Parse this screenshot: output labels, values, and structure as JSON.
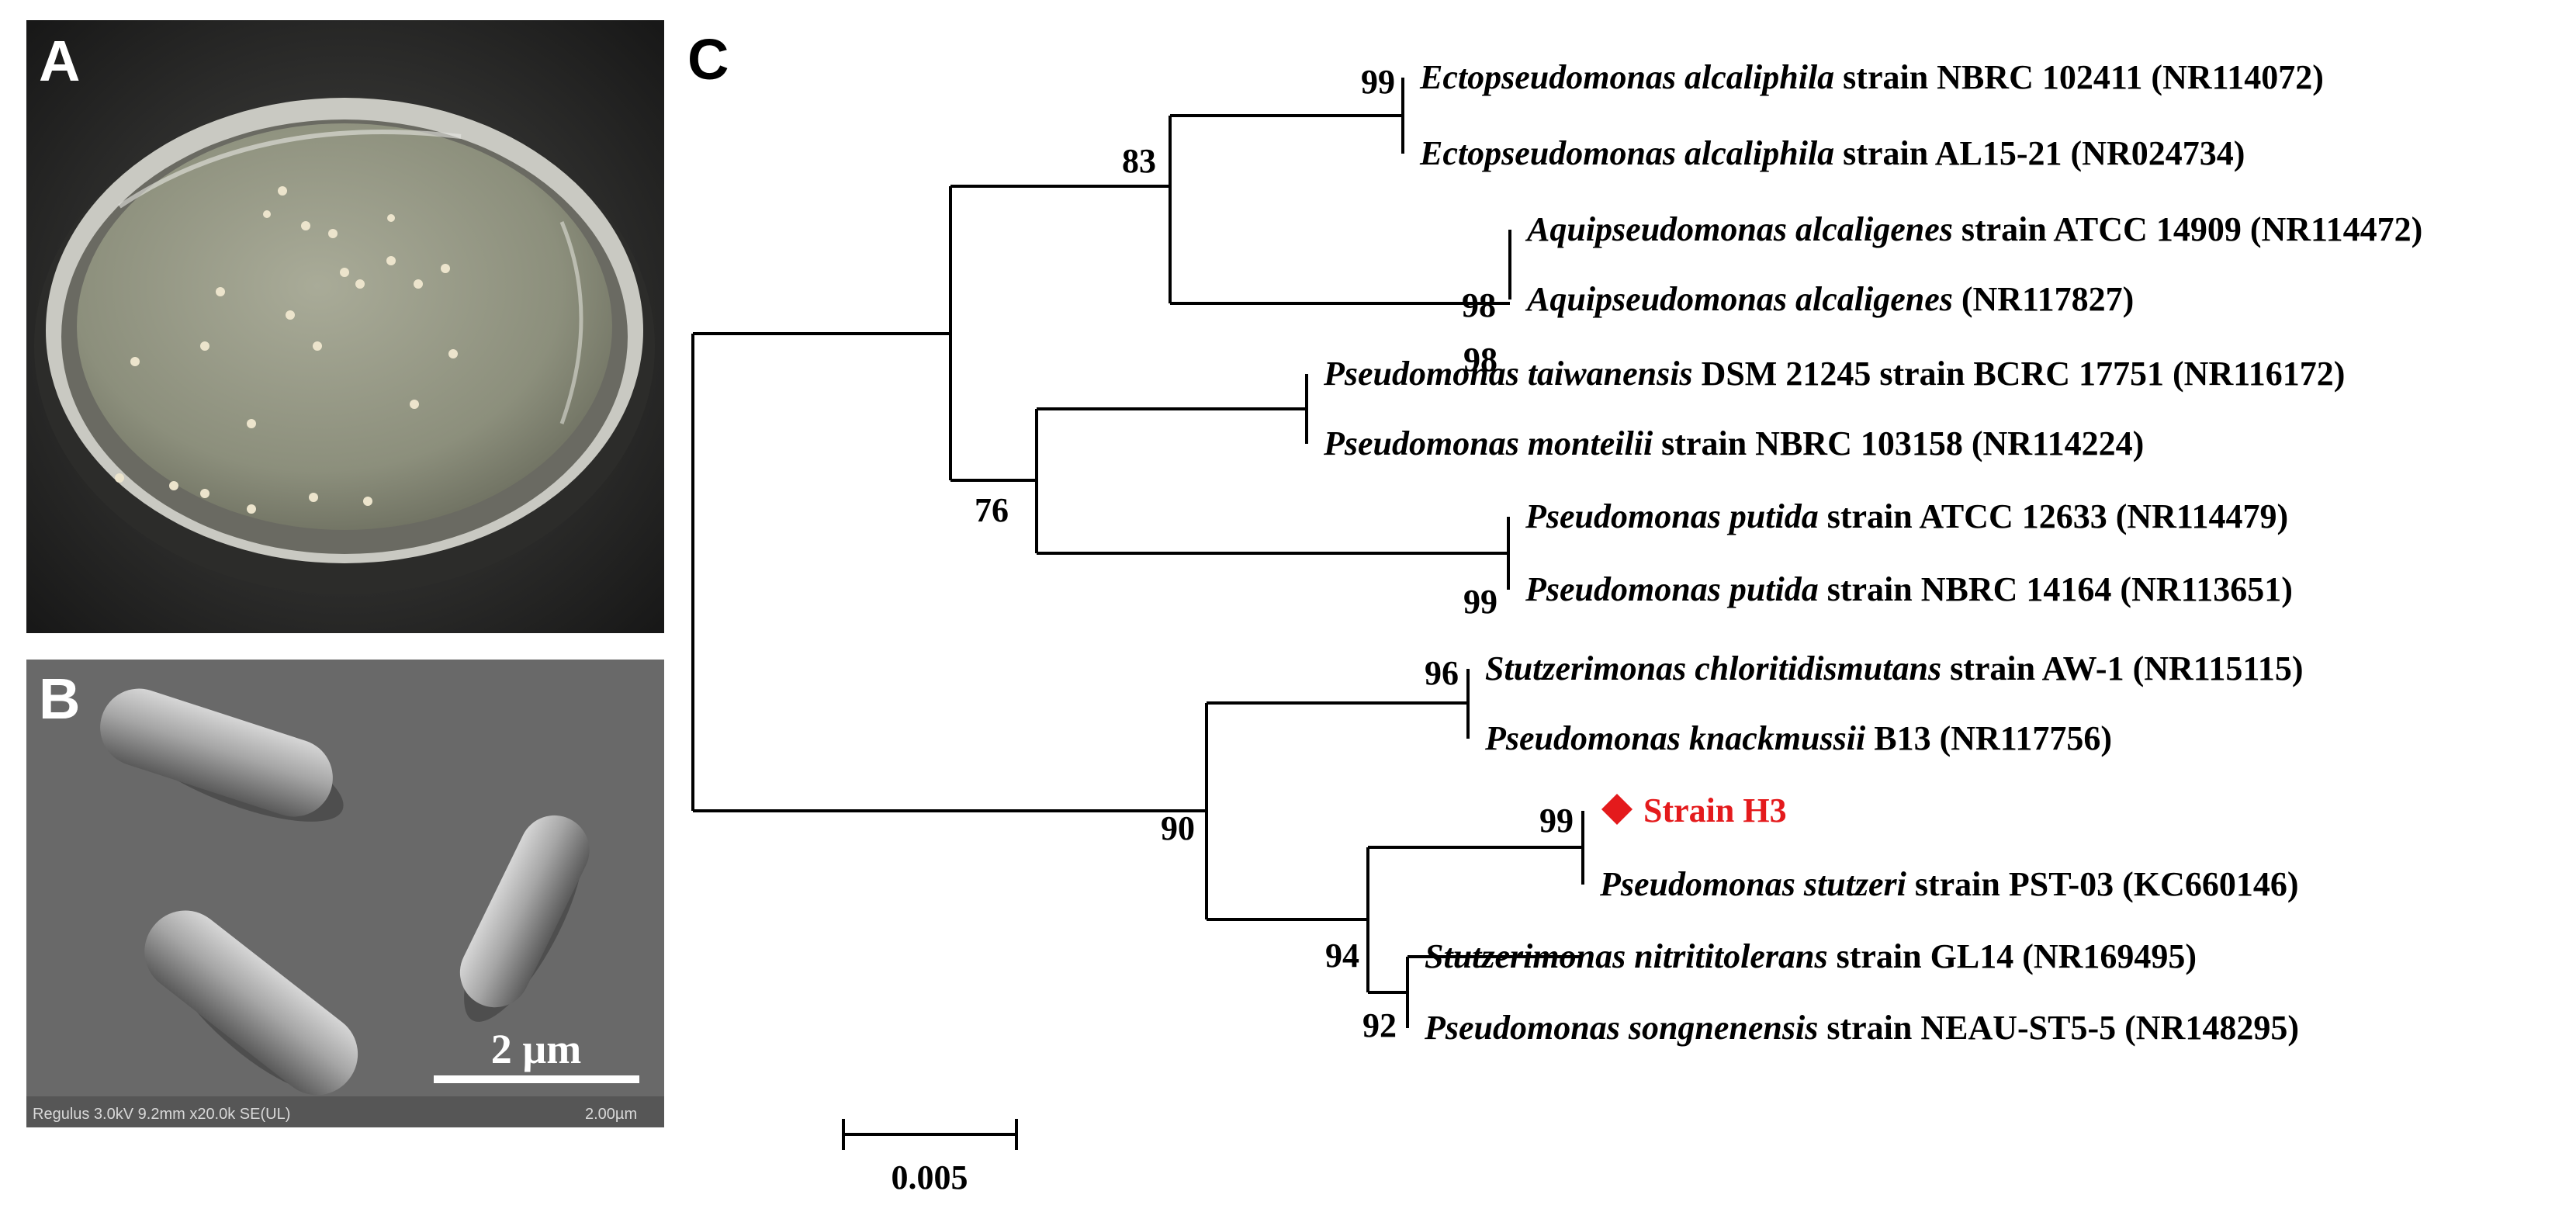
{
  "panels": {
    "a": {
      "label": "A"
    },
    "b": {
      "label": "B",
      "scale_label": "2 µm",
      "sem_info": "Regulus 3.0kV 9.2mm x20.0k SE(UL)",
      "sem_scale": "2.00µm"
    },
    "c": {
      "label": "C"
    }
  },
  "tree": {
    "line_color": "#000000",
    "highlight_color": "#e41a1c",
    "scale_bar_label": "0.005",
    "taxa": [
      {
        "genus_species": "Ectopseudomonas alcaliphila",
        "rest": " strain NBRC 102411 (NR114072)",
        "highlight": false
      },
      {
        "genus_species": "Ectopseudomonas alcaliphila",
        "rest": " strain AL15-21 (NR024734)",
        "highlight": false
      },
      {
        "genus_species": "Aquipseudomonas alcaligenes",
        "rest": " strain ATCC 14909 (NR114472)",
        "highlight": false
      },
      {
        "genus_species": "Aquipseudomonas alcaligenes",
        "rest": " (NR117827)",
        "highlight": false
      },
      {
        "genus_species": "Pseudomonas taiwanensis",
        "rest": " DSM 21245 strain BCRC 17751 (NR116172)",
        "highlight": false
      },
      {
        "genus_species": "Pseudomonas monteilii",
        "rest": " strain NBRC 103158 (NR114224)",
        "highlight": false
      },
      {
        "genus_species": "Pseudomonas putida",
        "rest": " strain ATCC 12633 (NR114479)",
        "highlight": false
      },
      {
        "genus_species": "Pseudomonas putida",
        "rest": " strain NBRC 14164 (NR113651)",
        "highlight": false
      },
      {
        "genus_species": "Stutzerimonas chloritidismutans",
        "rest": " strain AW-1 (NR115115)",
        "highlight": false
      },
      {
        "genus_species": "Pseudomonas knackmussii",
        "rest": " B13 (NR117756)",
        "highlight": false
      },
      {
        "genus_species": "",
        "rest": "Strain H3",
        "highlight": true
      },
      {
        "genus_species": "Pseudomonas stutzeri",
        "rest": " strain PST-03 (KC660146)",
        "highlight": false
      },
      {
        "genus_species": "Stutzerimonas nitrititolerans",
        "rest": " strain GL14 (NR169495)",
        "highlight": false
      },
      {
        "genus_species": "Pseudomonas songnenensis",
        "rest": " strain NEAU-ST5-5 (NR148295)",
        "highlight": false
      }
    ],
    "bootstrap": [
      "99",
      "83",
      "98",
      "98",
      "76",
      "99",
      "96",
      "90",
      "99",
      "94",
      "92"
    ]
  }
}
